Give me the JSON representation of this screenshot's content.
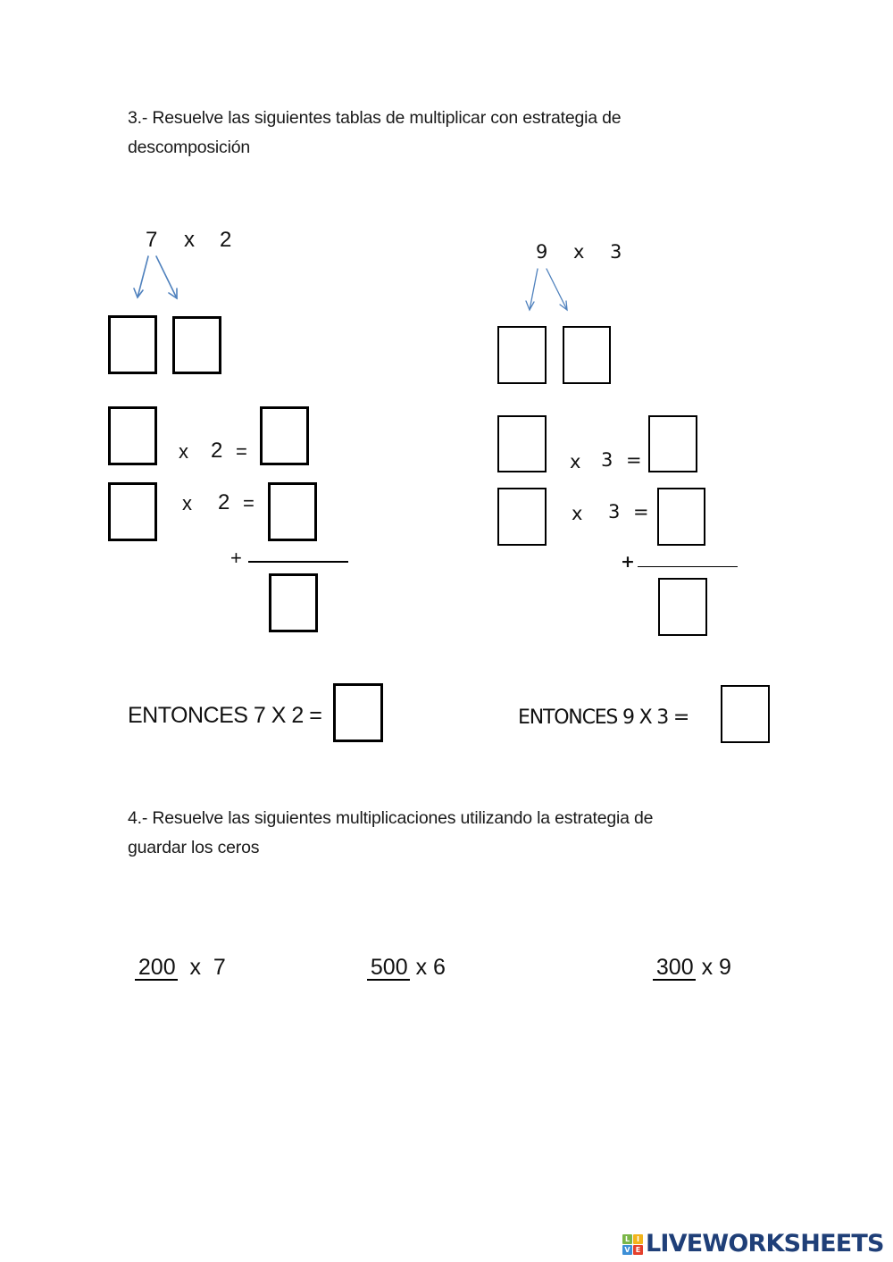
{
  "section3": {
    "instruction_line1": "3.- Resuelve las siguientes tablas de multiplicar con estrategia de",
    "instruction_line2": "descomposición",
    "problems": [
      {
        "header_factor": "7",
        "header_times": "x",
        "header_multiplier": "2",
        "row1_times": "x",
        "row1_multiplier": "2",
        "row1_equals": "=",
        "row2_times": "x",
        "row2_multiplier": "2",
        "row2_equals": "=",
        "sum_sign": "+",
        "conclusion_label": "ENTONCES 7 X 2 ="
      },
      {
        "header_factor": "9",
        "header_times": "x",
        "header_multiplier": "3",
        "row1_times": "x",
        "row1_multiplier": "3",
        "row1_equals": "=",
        "row2_times": "x",
        "row2_multiplier": "3",
        "row2_equals": "=",
        "sum_sign": "+",
        "conclusion_label": "ENTONCES 9 X 3 ="
      }
    ]
  },
  "section4": {
    "instruction_line1": "4.- Resuelve las siguientes multiplicaciones utilizando la estrategia de",
    "instruction_line2": "guardar los ceros",
    "exercises": [
      {
        "number": "200",
        "rest": "  x  7"
      },
      {
        "number": "500",
        "rest": " x 6"
      },
      {
        "number": "300",
        "rest": " x 9"
      }
    ]
  },
  "footer": {
    "logo_tiles": [
      {
        "letter": "L",
        "color": "#7ab648"
      },
      {
        "letter": "I",
        "color": "#f2b41b"
      },
      {
        "letter": "V",
        "color": "#3d8fd6"
      },
      {
        "letter": "E",
        "color": "#e4402c"
      }
    ],
    "brand": "LIVEWORKSHEETS",
    "brand_color": "#1f3f78"
  },
  "colors": {
    "arrow": "#4f81bd",
    "box_border": "#000000"
  }
}
